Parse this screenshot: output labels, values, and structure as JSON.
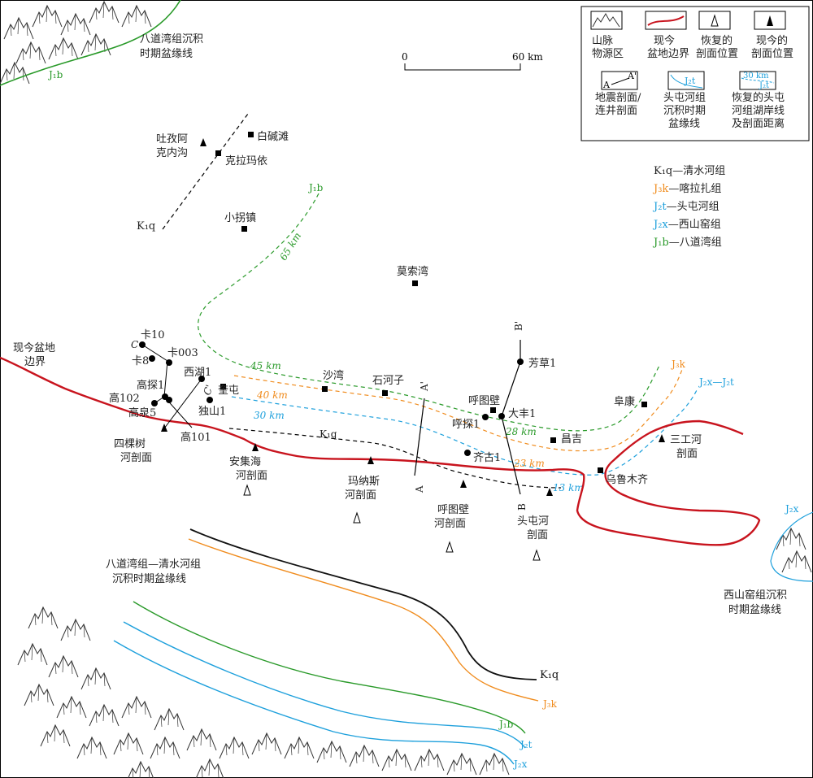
{
  "colors": {
    "basin_boundary": "#c8141e",
    "k1q": "#222222",
    "j3k": "#f08c1e",
    "j2t": "#1ea0dc",
    "j2x": "#1ea0dc",
    "j1b": "#2a9a2a"
  },
  "legend": {
    "mountain": "山脉\n物源区",
    "boundary": "现今\n盆地边界",
    "restored_section": "恢复的\n剖面位置",
    "current_section": "现今的\n剖面位置",
    "seismic": "地震剖面/\n连井剖面",
    "seismic_icon_a": "A",
    "seismic_icon_b": "A'",
    "tt_margin": "头屯河组\n沉积时期\n盆缘线",
    "tt_icon": "J₂t",
    "tt_restored": "恢复的头屯\n河组湖岸线\n及剖面距离",
    "tt_restored_icon_km": "30 km",
    "tt_restored_icon_j": "J₂t"
  },
  "formations": [
    {
      "code": "K₁q",
      "name": "—清水河组"
    },
    {
      "code": "J₃k",
      "name": "—喀拉扎组"
    },
    {
      "code": "J₂t",
      "name": "—头屯河组"
    },
    {
      "code": "J₂x",
      "name": "—西山窑组"
    },
    {
      "code": "J₁b",
      "name": "—八道湾组"
    }
  ],
  "scale": {
    "zero": "0",
    "end": "60 km"
  },
  "annotations": {
    "top_left": "八道湾组沉积\n时期盆缘线",
    "present_boundary": "现今盆地\n边界",
    "bottom_left": "八道湾组—清水河组\n沉积时期盆缘线",
    "xishanyao": "西山窑组沉积\n时期盆缘线",
    "sangong": "三工河\n剖面",
    "sikeshu": "四棵树\n河剖面",
    "anjihai": "安集海\n河剖面",
    "manas": "玛纳斯\n河剖面",
    "hutubi": "呼图壁\n河剖面",
    "toutunhe": "头屯河\n剖面"
  },
  "places": {
    "baijiantan": "白碱滩",
    "tuziake": "吐孜阿\n克内沟",
    "kelamayi": "克拉玛依",
    "xiaoguai": "小拐镇",
    "mosuowan": "莫索湾",
    "shawan": "沙湾",
    "shihezi": "石河子",
    "kuitun": "奎屯",
    "fukang": "阜康",
    "changji": "昌吉",
    "urumqi": "乌鲁木齐"
  },
  "wells": {
    "ka10": "卡10",
    "ka8": "卡8",
    "ka003": "卡003",
    "gaotan1": "高探1",
    "gao102": "高102",
    "gaoquan5": "高泉5",
    "gao101": "高101",
    "xihu1": "西湖1",
    "dushan1": "独山1",
    "hutubi": "呼图壁",
    "hutan1": "呼探1",
    "dafeng1": "大丰1",
    "fangcao1": "芳草1",
    "qigu1": "齐古1"
  },
  "section_letters": {
    "A": "A",
    "A2": "A'",
    "B": "B",
    "B2": "B'",
    "C": "C",
    "C2": "C'"
  },
  "line_labels": {
    "k1q_top": "K₁q",
    "j1b_top": "J₁b",
    "j1b_topleft": "J₁b",
    "j3k_right": "J₃k",
    "j2x_j2t_right": "J₂x—J₂t",
    "k1q_mid": "K₁q",
    "j2x_right_edge": "J₂x",
    "k1q_bottom": "K₁q",
    "j3k_bottom": "J₃k",
    "j1b_bottom": "J₁b",
    "j2t_bottom": "J₂t",
    "j2x_bottom": "J₂x"
  },
  "distances": {
    "d65": "65 km",
    "d45": "45 km",
    "d40": "40 km",
    "d30": "30 km",
    "d28": "28 km",
    "d23": "23 km",
    "d13": "13 km"
  }
}
